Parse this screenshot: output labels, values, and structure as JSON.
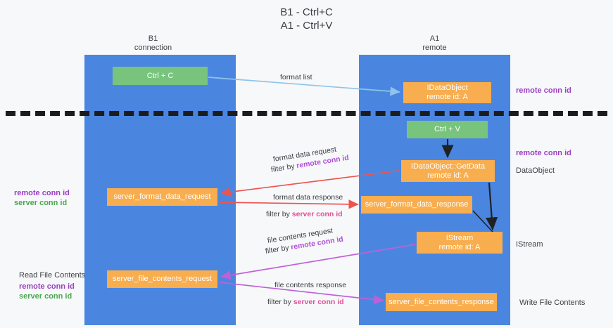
{
  "title": {
    "line1": "B1 - Ctrl+C",
    "line2": "A1 - Ctrl+V"
  },
  "columns": [
    {
      "id": "b1",
      "name": "B1",
      "role": "connection"
    },
    {
      "id": "a1",
      "name": "A1",
      "role": "remote"
    }
  ],
  "boxes": {
    "ctrl_c": {
      "label": "Ctrl + C",
      "color": "#78c47c"
    },
    "idataobject": {
      "label": "IDataObject",
      "sub": "remote id: A",
      "color": "#f8ad4e"
    },
    "ctrl_v": {
      "label": "Ctrl + V",
      "color": "#78c47c"
    },
    "getdata": {
      "label": "IDataObject::GetData",
      "sub": "remote id: A",
      "color": "#f8ad4e"
    },
    "format_data_response_box": {
      "label": "server_format_data_response",
      "color": "#f8ad4e"
    },
    "istream": {
      "label": "IStream",
      "sub": "remote id: A",
      "color": "#f8ad4e"
    },
    "file_contents_response_box": {
      "label": "server_file_contents_response",
      "color": "#f8ad4e"
    },
    "format_data_request_box": {
      "label": "server_format_data_request",
      "color": "#f8ad4e"
    },
    "file_contents_request_box": {
      "label": "server_file_contents_request",
      "color": "#f8ad4e"
    }
  },
  "flows": {
    "format_list": {
      "label": "format list"
    },
    "format_data_request": {
      "label": "format data request",
      "filter_prefix": "filter by ",
      "filter_key": "remote conn id"
    },
    "format_data_response": {
      "label": "format data response",
      "filter_prefix": "filter by ",
      "filter_key": "server conn id"
    },
    "file_contents_request": {
      "label": "file contents request",
      "filter_prefix": "filter by ",
      "filter_key": "remote conn id"
    },
    "file_contents_response": {
      "label": "file contents response",
      "filter_prefix": "filter by ",
      "filter_key": "server conn id"
    }
  },
  "annotations": {
    "right": [
      {
        "text": "remote conn id",
        "style": "purple"
      },
      {
        "text": "remote conn id",
        "style": "purple"
      },
      {
        "text": "DataObject",
        "style": "plain"
      },
      {
        "text": "IStream",
        "style": "plain"
      },
      {
        "text": "Write File Contents",
        "style": "plain"
      }
    ],
    "left": {
      "remote_conn_id": "remote conn id",
      "server_conn_id": "server conn id",
      "read_file_contents": "Read File Contents"
    }
  },
  "colors": {
    "lane": "#4a86e0",
    "green_box": "#78c47c",
    "orange_box": "#f8ad4e",
    "arrow_blue": "#8ec4ea",
    "arrow_red": "#ef5350",
    "arrow_magenta": "#c060d8",
    "arrow_black": "#202124",
    "purple_text": "#9b3fc4",
    "green_text": "#49a84f",
    "pink_text": "#e0509a",
    "background": "#f7f8fa"
  }
}
